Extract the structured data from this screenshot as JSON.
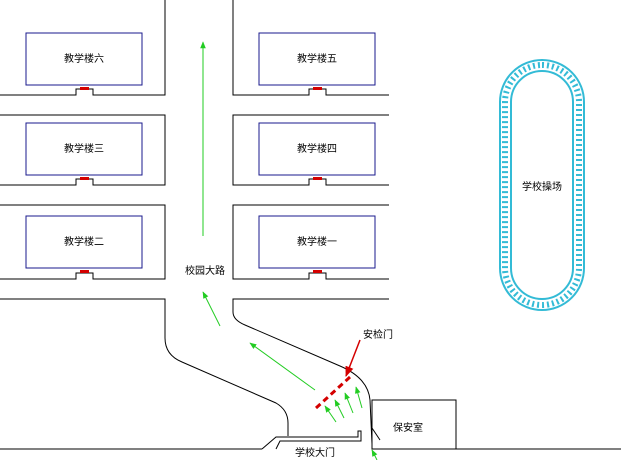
{
  "buildings": [
    {
      "label": "教学楼六"
    },
    {
      "label": "教学楼五"
    },
    {
      "label": "教学楼三"
    },
    {
      "label": "教学楼四"
    },
    {
      "label": "教学楼二"
    },
    {
      "label": "教学楼一"
    }
  ],
  "road_label": "校园大路",
  "track_label": "学校操场",
  "security_gate_label": "安检门",
  "guard_room_label": "保安室",
  "main_gate_label": "学校大门",
  "colors": {
    "outline": "#000000",
    "building_border": "#1a1a8c",
    "arrow": "#22cc22",
    "gate_marker": "#d40000",
    "track": "#33bbd6"
  },
  "icons": {
    "direction_arrow": "green-arrow-icon",
    "door_marker": "red-door-marker-icon",
    "callout_arrow": "red-callout-arrow-icon"
  }
}
